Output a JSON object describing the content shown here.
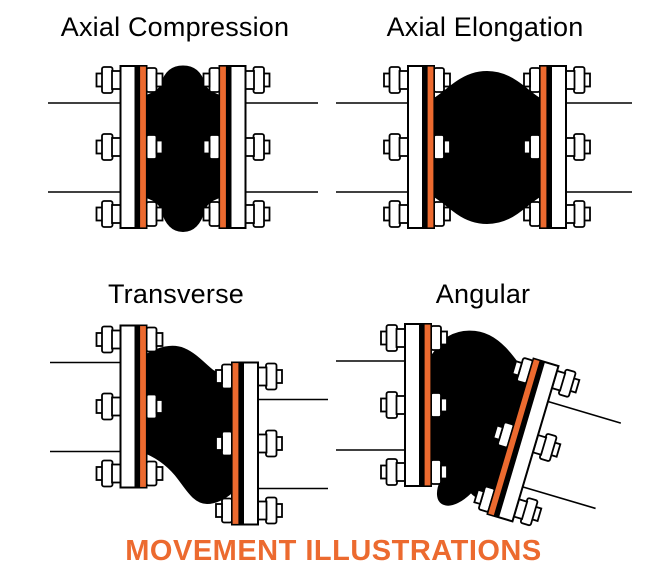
{
  "figure": {
    "titles": {
      "axial_compression": "Axial Compression",
      "axial_elongation": "Axial Elongation",
      "transverse": "Transverse",
      "angular": "Angular"
    },
    "caption": "MOVEMENT ILLUSTRATIONS",
    "colors": {
      "accent_orange": "#EC6A2F",
      "rubber_black": "#000000",
      "flange_white": "#FFFFFF",
      "line_black": "#000000"
    }
  }
}
